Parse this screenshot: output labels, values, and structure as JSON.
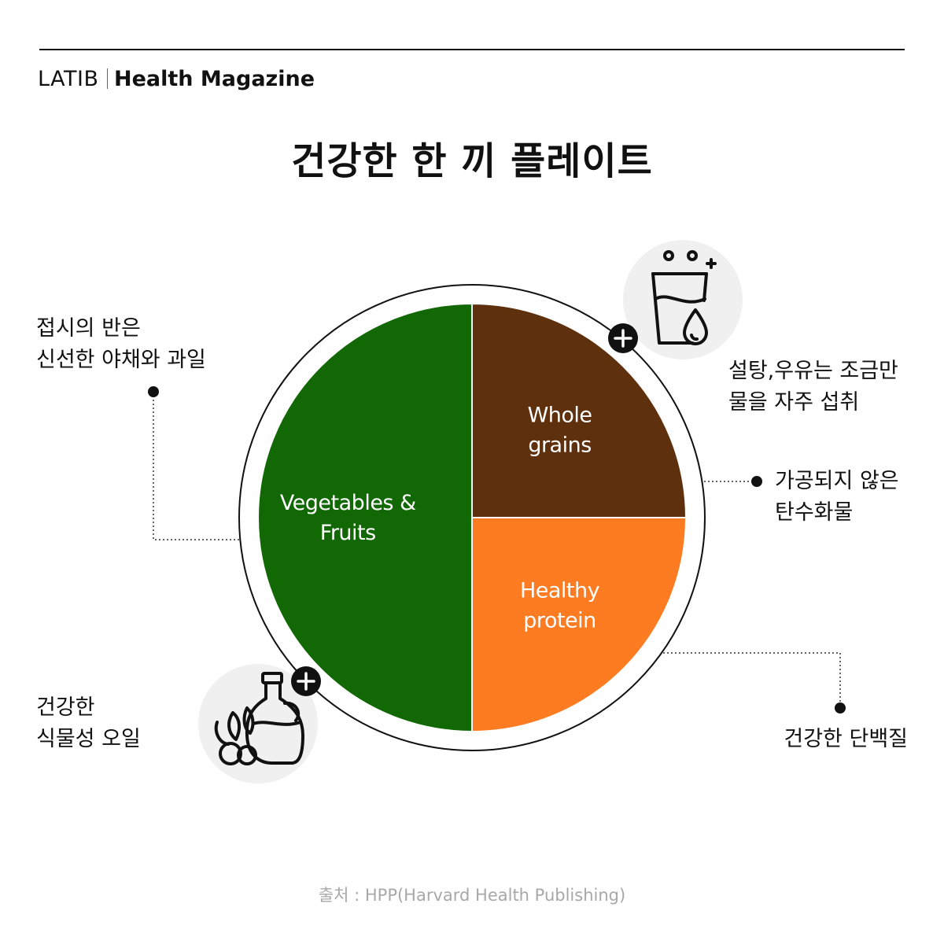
{
  "header": {
    "brand_primary": "LATIB",
    "brand_secondary": "Health Magazine",
    "title": "건강한 한 끼 플레이트"
  },
  "chart_data": {
    "type": "pie",
    "slices": [
      {
        "name": "Vegetables & Fruits",
        "label_lines": [
          "Vegetables &",
          "Fruits"
        ],
        "value": 50,
        "color": "#116804"
      },
      {
        "name": "Whole grains",
        "label_lines": [
          "Whole",
          "grains"
        ],
        "value": 25,
        "color": "#5e300e"
      },
      {
        "name": "Healthy protein",
        "label_lines": [
          "Healthy",
          "protein"
        ],
        "value": 25,
        "color": "#fd7b21"
      }
    ],
    "annotations": {
      "vegetables": [
        "접시의 반은",
        "신선한 야채와 과일"
      ],
      "water": [
        "설탕,우유는 조금만",
        "물을 자주 섭취"
      ],
      "grains": [
        "가공되지 않은",
        "탄수화물"
      ],
      "oil": [
        "건강한",
        "식물성 오일"
      ],
      "protein": [
        "건강한 단백질"
      ]
    }
  },
  "icons": {
    "water": "water-glass-icon",
    "oil": "olive-oil-bottle-icon",
    "add": "plus-icon"
  },
  "colors": {
    "badge_bg": "#f0f0f0",
    "outer_ring": "#111111",
    "source_text": "#a8a8a8"
  },
  "footer": {
    "source": "출처 : HPP(Harvard Health Publishing)"
  }
}
